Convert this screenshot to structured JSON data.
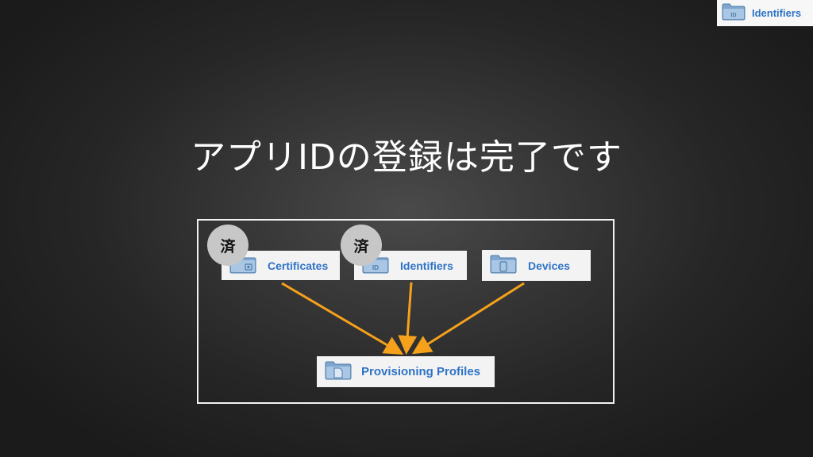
{
  "header": {
    "badge_label": "Identifiers",
    "badge_icon": "folder-icon"
  },
  "title": "アプリIDの登録は完了です",
  "diagram": {
    "sources": [
      {
        "label": "Certificates",
        "icon": "certificate-folder-icon",
        "status": "済"
      },
      {
        "label": "Identifiers",
        "icon": "id-folder-icon",
        "status": "済"
      },
      {
        "label": "Devices",
        "icon": "device-folder-icon",
        "status": ""
      }
    ],
    "target": {
      "label": "Provisioning Profiles",
      "icon": "document-folder-icon"
    },
    "colors": {
      "arrow": "#f5a11c",
      "label": "#2f73c6",
      "frame": "#f2f2f2"
    }
  }
}
